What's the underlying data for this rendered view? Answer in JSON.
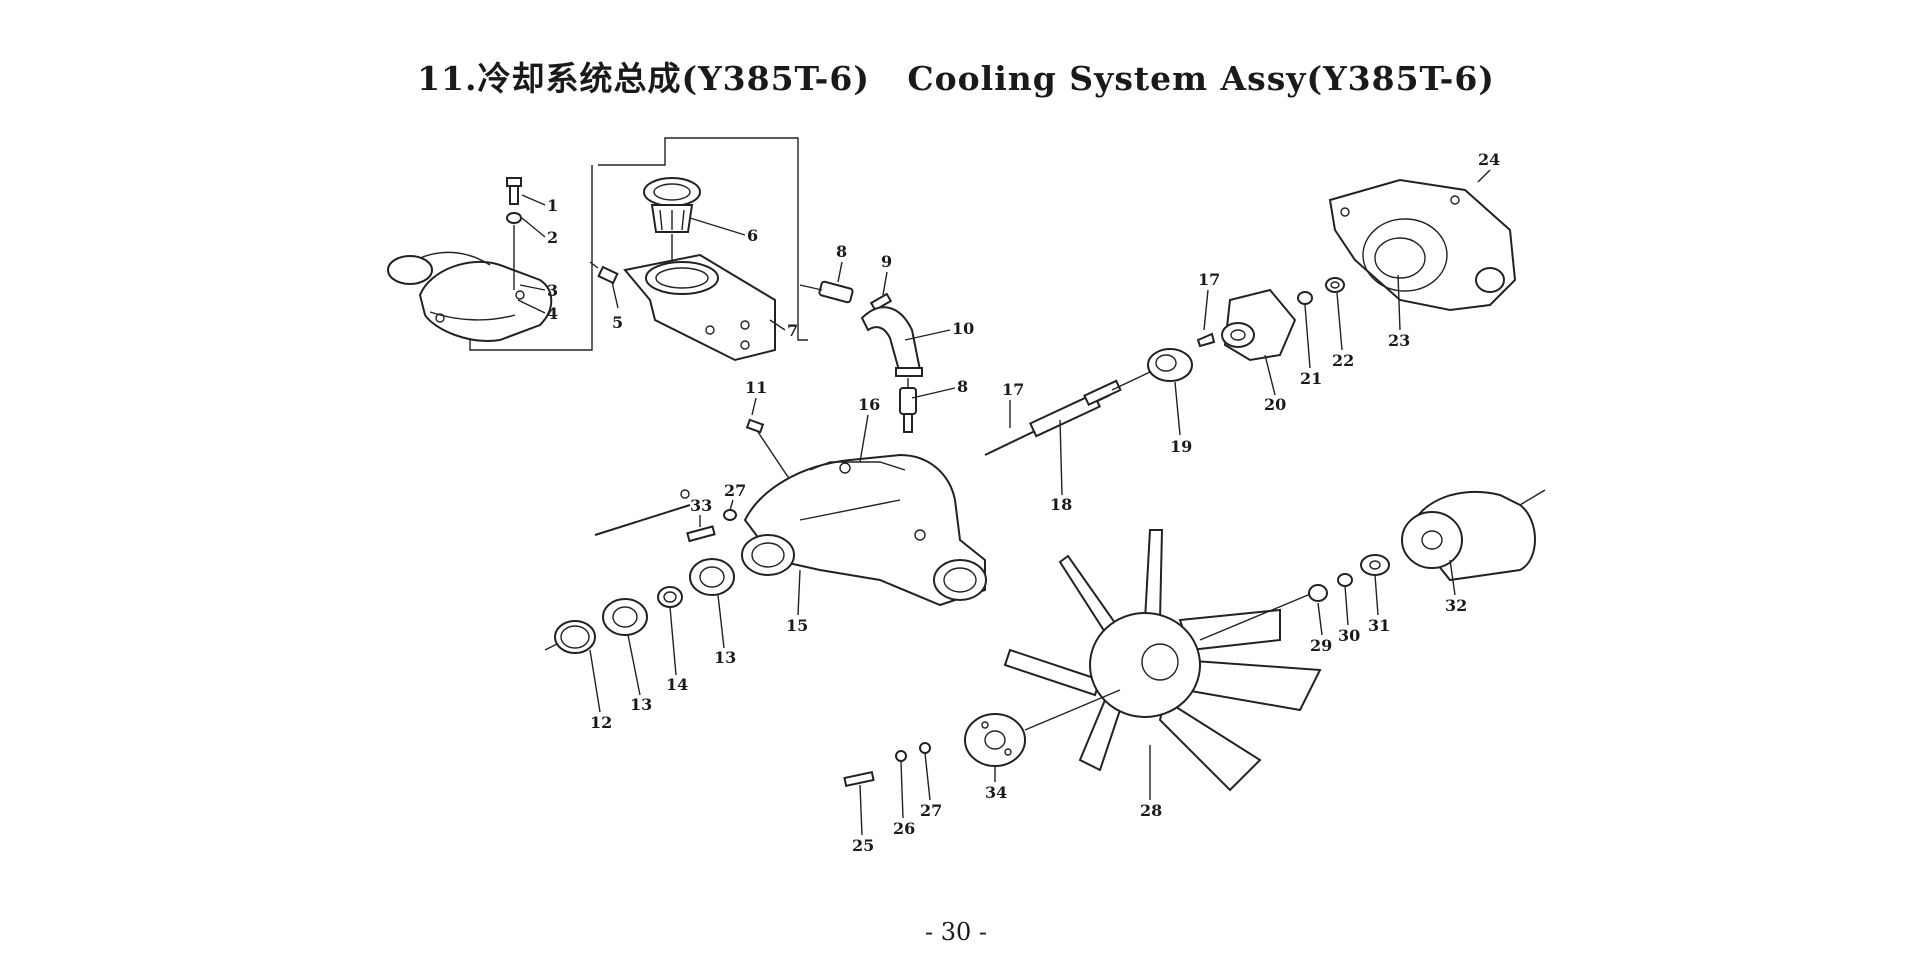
{
  "page": {
    "title": "11.冷却系统总成(Y385T-6)   Cooling System Assy(Y385T-6)",
    "page_number": "- 30 -"
  },
  "callouts": [
    "1",
    "2",
    "3",
    "4",
    "5",
    "6",
    "7",
    "8",
    "9",
    "10",
    "8",
    "11",
    "16",
    "17",
    "17",
    "18",
    "19",
    "20",
    "21",
    "22",
    "23",
    "24",
    "33",
    "27",
    "15",
    "14",
    "13",
    "13",
    "12",
    "29",
    "30",
    "31",
    "32",
    "34",
    "28",
    "25",
    "26",
    "27"
  ]
}
